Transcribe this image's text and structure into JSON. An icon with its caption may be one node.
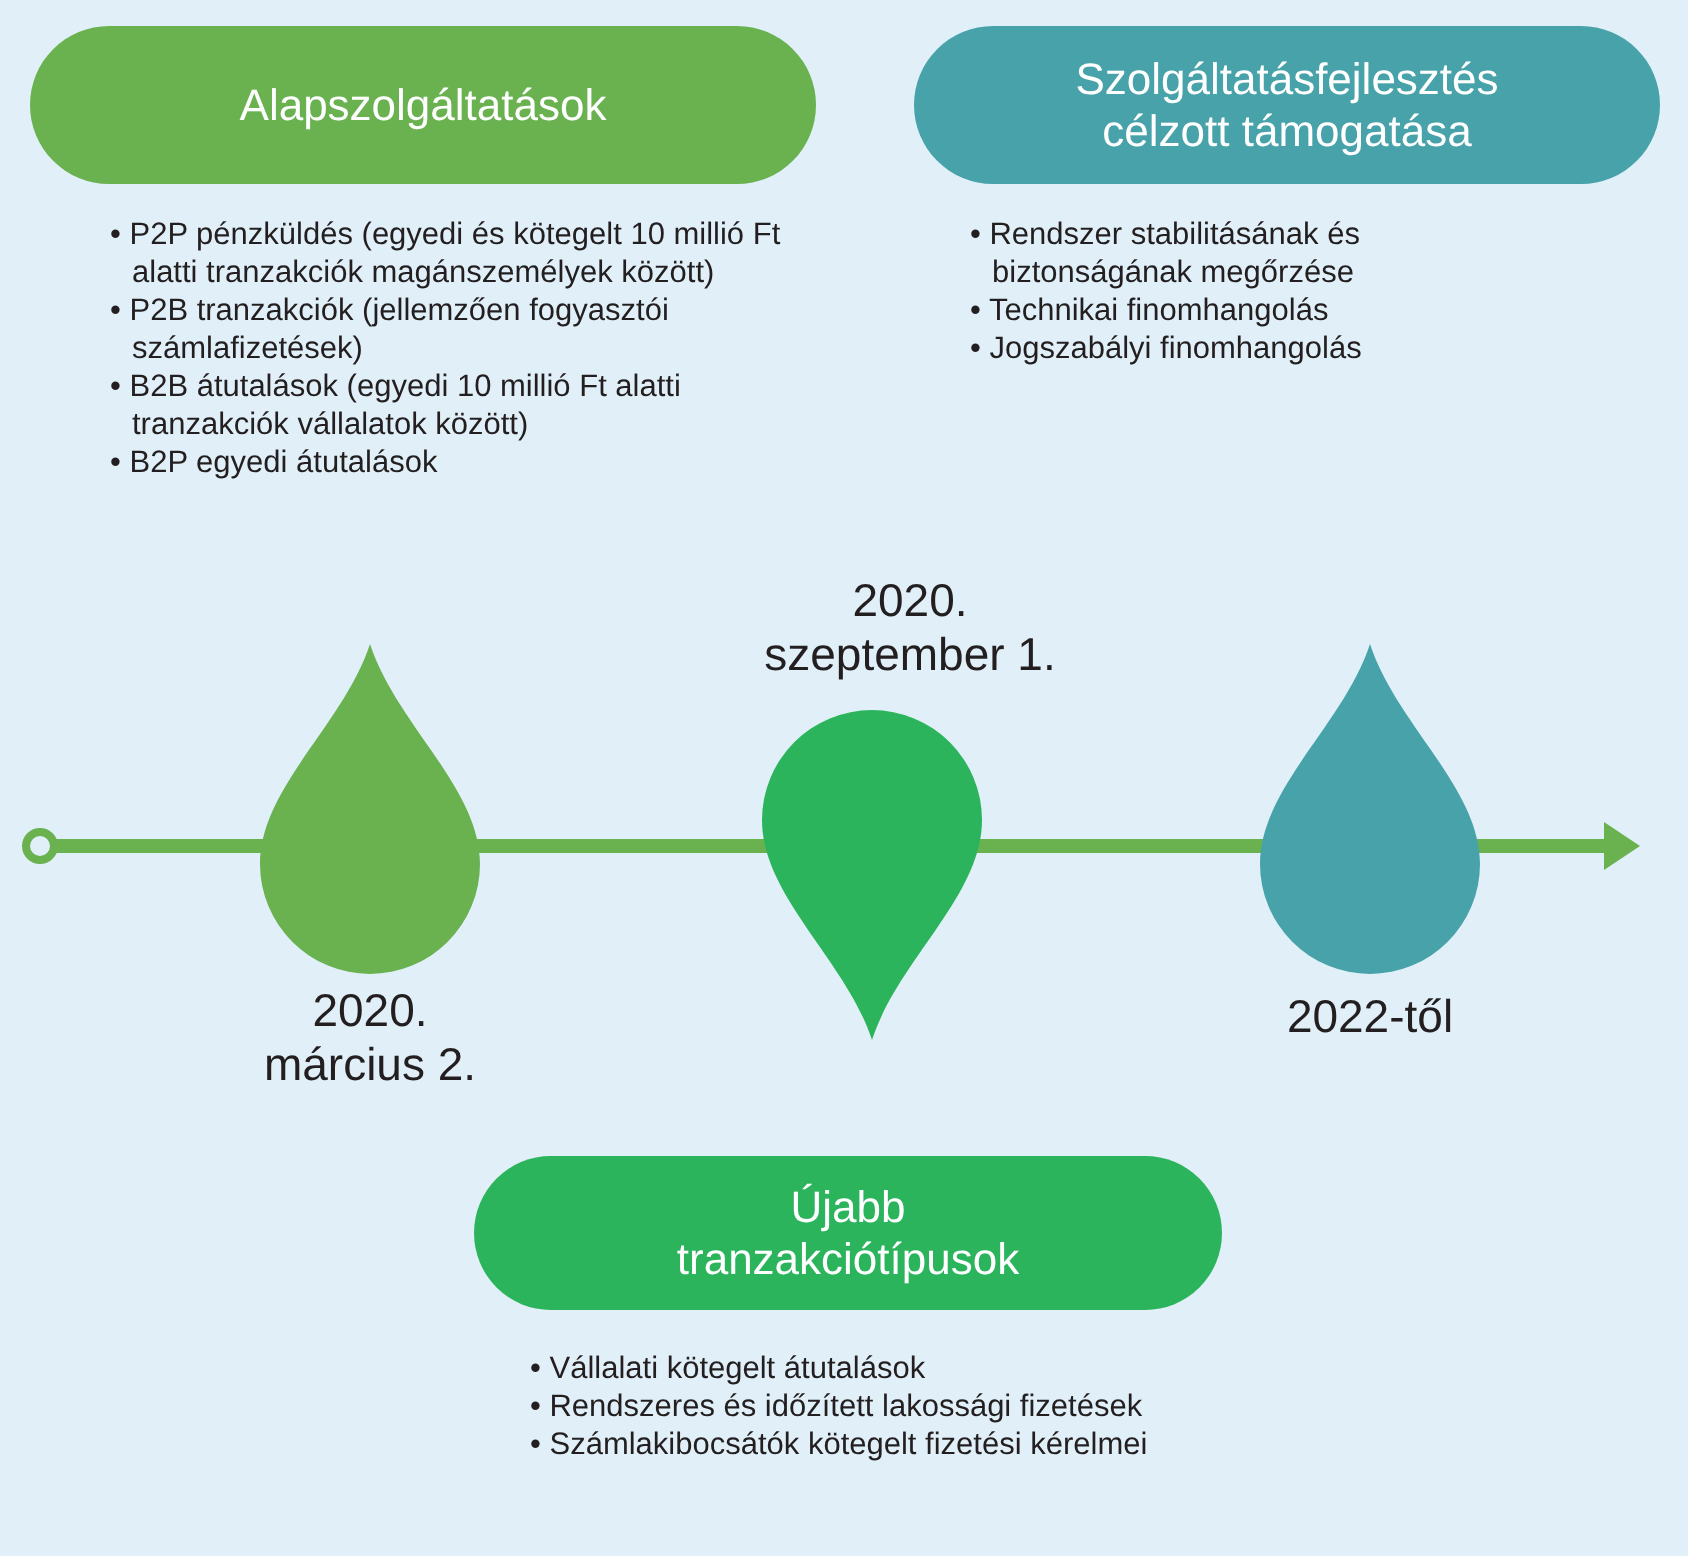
{
  "diagram": {
    "nodes": [
      {
        "text": [
          "Alapszolgáltatások"
        ],
        "beside": [
          "• P2P pénzküldés (egyedi és kötegelt 10 millió Ft alatti tranzakciók magánszemélyek között)",
          "• P2B tranzakciók (jellemzően fogyasztói számlafizetések)",
          "• B2B átutalások (egyedi 10 millió Ft alatti tranzakciók vállalatok között)",
          "• B2P egyedi átutalások"
        ]
      },
      {
        "text": [
          "Szolgáltatásfejlesztés célzott támogatása"
        ],
        "beside": [
          "• Rendszer stabilitásának és biztonságának megőrzése",
          "• Technikai finomhangolás",
          "• Jogszabályi finomhangolás"
        ]
      },
      {
        "text": [],
        "shape": "drop",
        "beside": [
          "2020. március 2."
        ]
      },
      {
        "text": [],
        "shape": "drop",
        "beside": [
          "2020. szeptember 1."
        ]
      },
      {
        "text": [],
        "shape": "drop",
        "beside": [
          "2022-től"
        ]
      },
      {
        "text": [
          "Újabb tranzakciótípusok"
        ],
        "beside": [
          "• Vállalati kötegelt átutalások",
          "• Rendszeres és időzített lakossági fizetések",
          "• Számlakibocsátók kötegelt fizetési kérelmei"
        ]
      }
    ]
  }
}
